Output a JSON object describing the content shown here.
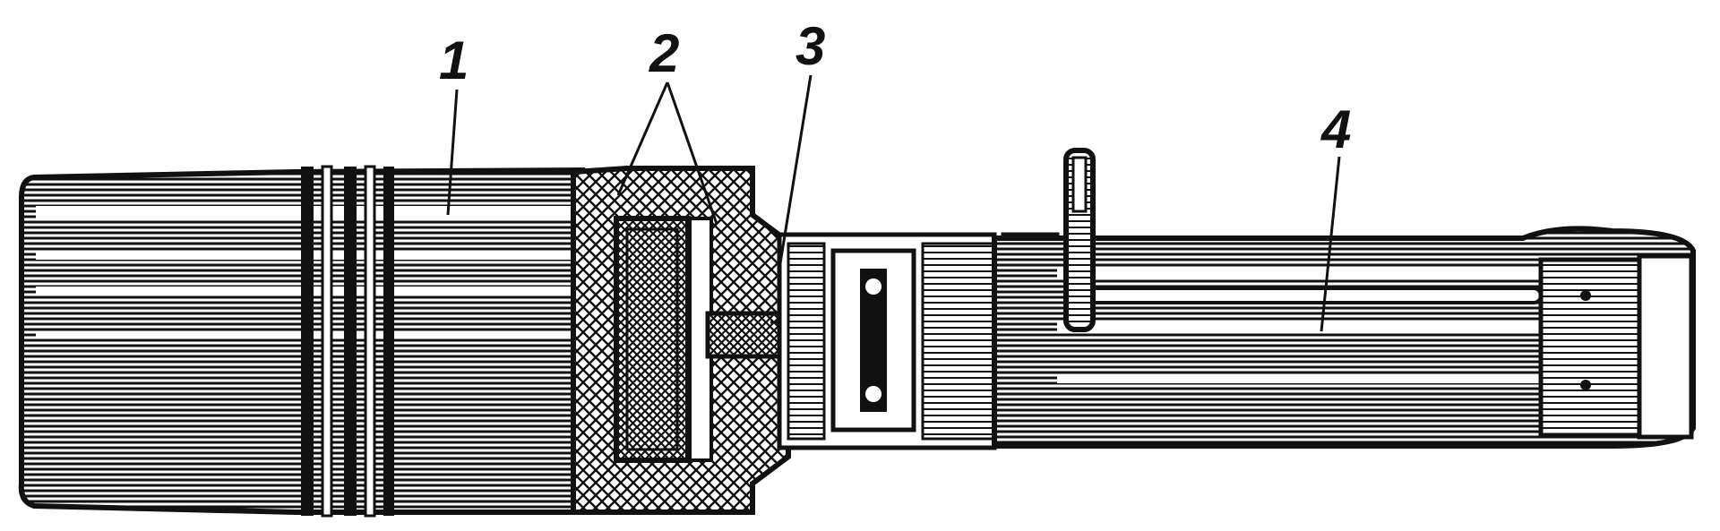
{
  "figure": {
    "callouts": [
      {
        "id": "c1",
        "label": "1"
      },
      {
        "id": "c2",
        "label": "2"
      },
      {
        "id": "c3",
        "label": "3"
      },
      {
        "id": "c4",
        "label": "4"
      }
    ],
    "colors": {
      "ink": "#111111",
      "paper": "#ffffff"
    }
  }
}
